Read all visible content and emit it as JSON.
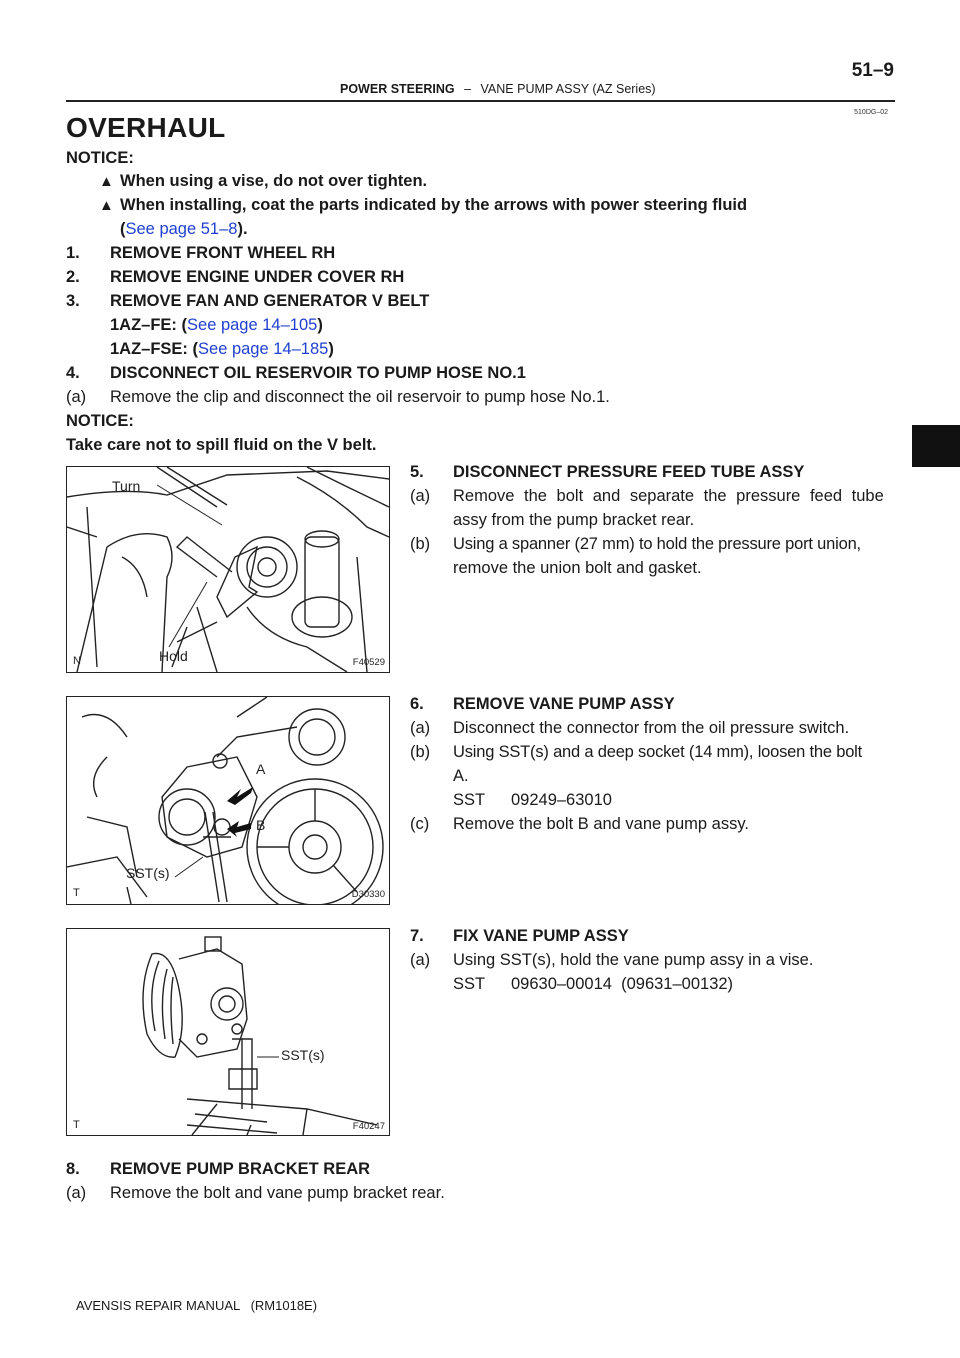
{
  "header": {
    "section": "POWER STEERING",
    "separator": "–",
    "subsection": "VANE PUMP ASSY (AZ Series)",
    "page_number": "51–9",
    "doc_id": "510DG–02"
  },
  "title": "OVERHAUL",
  "notice1": {
    "label": "NOTICE:",
    "bullet1": "When using a vise, do not over tighten.",
    "bullet2": "When installing, coat the parts indicated by the arrows with power steering fluid",
    "bullet2_open": "(",
    "bullet2_link": "See page 51–8",
    "bullet2_close": ")."
  },
  "steps_top": {
    "s1": "1.",
    "s1_text": "REMOVE FRONT WHEEL RH",
    "s2": "2.",
    "s2_text": "REMOVE ENGINE UNDER COVER RH",
    "s3": "3.",
    "s3_text": "REMOVE FAN AND GENERATOR V BELT",
    "s3_a_prefix": "1AZ–FE: (",
    "s3_a_link": "See page 14–105",
    "s3_a_suffix": ")",
    "s3_b_prefix": "1AZ–FSE: (",
    "s3_b_link": "See page 14–185",
    "s3_b_suffix": ")",
    "s4": "4.",
    "s4_text": "DISCONNECT OIL RESERVOIR TO PUMP HOSE NO.1",
    "s4_a": "(a)",
    "s4_a_text": "Remove the clip and disconnect the oil reservoir to pump hose No.1."
  },
  "notice2": {
    "label": "NOTICE:",
    "text": "Take care not to spill fluid on the V belt."
  },
  "step5": {
    "num": "5.",
    "title": "DISCONNECT PRESSURE FEED TUBE ASSY",
    "a": "(a)",
    "a_line1": "Remove the bolt and separate the pressure feed tube",
    "a_line2": "assy from the pump bracket rear.",
    "b": "(b)",
    "b_line1": "Using a spanner (27 mm) to hold the pressure port union,",
    "b_line2": "remove the union bolt and gasket."
  },
  "step6": {
    "num": "6.",
    "title": "REMOVE VANE PUMP ASSY",
    "a": "(a)",
    "a_text": "Disconnect the connector from the oil pressure switch.",
    "b": "(b)",
    "b_line1": "Using SST(s) and a deep socket (14 mm), loosen the bolt",
    "b_line2": "A.",
    "b_sst": "SST",
    "b_sst_no": "09249–63010",
    "c": "(c)",
    "c_text": "Remove the bolt B and vane pump assy."
  },
  "step7": {
    "num": "7.",
    "title": "FIX VANE PUMP ASSY",
    "a": "(a)",
    "a_text": "Using SST(s), hold the vane pump assy in a vise.",
    "a_sst": "SST",
    "a_sst_no": "09630–00014  (09631–00132)"
  },
  "step8": {
    "num": "8.",
    "title": "REMOVE PUMP BRACKET REAR",
    "a": "(a)",
    "a_text": "Remove the bolt and vane pump bracket rear."
  },
  "figures": {
    "fig1": {
      "code": "F40529",
      "corner": "N",
      "label_turn": "Turn",
      "label_hold": "Hold"
    },
    "fig2": {
      "code": "D30330",
      "corner": "T",
      "label_a": "A",
      "label_b": "B",
      "label_sst": "SST(s)"
    },
    "fig3": {
      "code": "F40247",
      "corner": "T",
      "label_sst": "SST(s)"
    }
  },
  "footer": "AVENSIS REPAIR MANUAL   (RM1018E)",
  "colors": {
    "link": "#1f3fd0",
    "text": "#1a1a1a",
    "tab": "#111111"
  }
}
